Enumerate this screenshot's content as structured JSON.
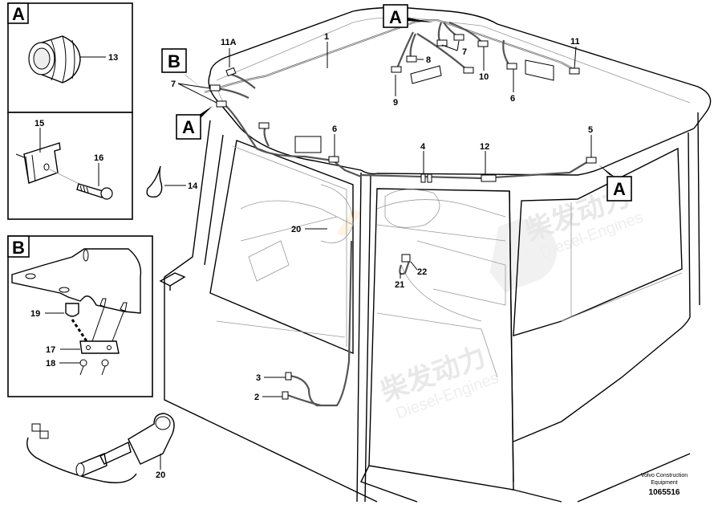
{
  "diagram": {
    "publisher": "Volvo Construction Equipment",
    "publisher_line1": "Volvo Construction",
    "publisher_line2": "Equipment",
    "drawing_number": "1065516",
    "watermark_cn": "柴发动力",
    "watermark_en": "Diesel-Engines",
    "detail_views": {
      "A": "A",
      "B": "B"
    },
    "callouts": {
      "c1": "1",
      "c2": "2",
      "c3": "3",
      "c4": "4",
      "c5": "5",
      "c6a": "6",
      "c6b": "6",
      "c7a": "7",
      "c7b": "7",
      "c8": "8",
      "c9": "9",
      "c10": "10",
      "c11": "11",
      "c11a": "11A",
      "c12": "12",
      "c13": "13",
      "c14": "14",
      "c15": "15",
      "c16": "16",
      "c17": "17",
      "c18": "18",
      "c19": "19",
      "c20a": "20",
      "c20b": "20",
      "c21": "21",
      "c22": "22"
    },
    "ref_markers": {
      "top": "A",
      "left_b": "B",
      "left_a": "A",
      "right_a": "A"
    }
  }
}
